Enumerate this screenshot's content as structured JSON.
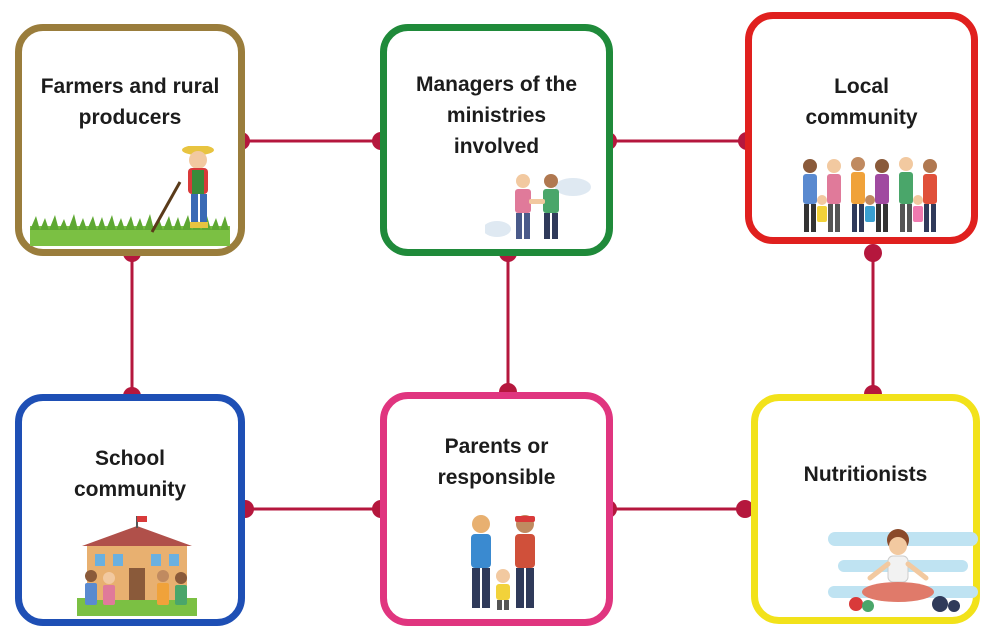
{
  "colors": {
    "connector": "#b5173d",
    "farmers_border": "#9a7d3c",
    "managers_border": "#1f8a3a",
    "local_border": "#e0201e",
    "school_border": "#1e4fb5",
    "parents_border": "#e0357f",
    "nutrition_border": "#f2e21a"
  },
  "nodes": {
    "farmers": {
      "label_1": "Farmers and rural",
      "label_2": "producers",
      "icon": "farmer-icon"
    },
    "managers": {
      "label_1": "Managers of the",
      "label_2": "ministries",
      "label_3": "involved",
      "icon": "handshake-icon"
    },
    "local": {
      "label_1": "Local",
      "label_2": "community",
      "icon": "community-group-icon"
    },
    "school": {
      "label_1": "School",
      "label_2": "community",
      "icon": "school-building-icon"
    },
    "parents": {
      "label_1": "Parents or",
      "label_2": "responsible",
      "icon": "family-icon"
    },
    "nutritionists": {
      "label_1": "Nutritionists",
      "icon": "yoga-woman-icon"
    }
  }
}
